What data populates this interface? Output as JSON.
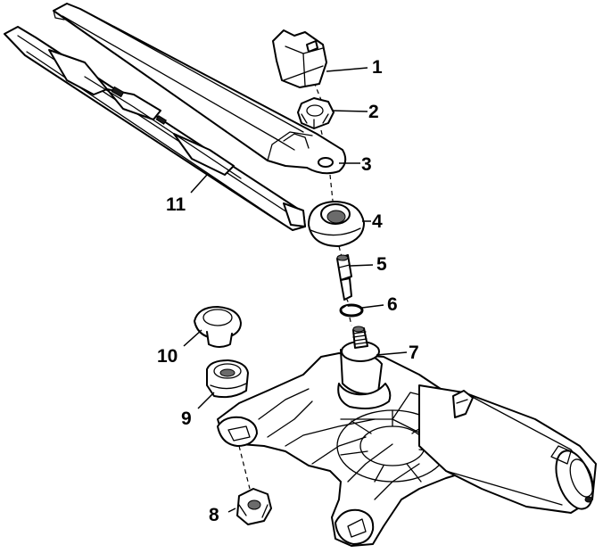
{
  "callouts": [
    {
      "id": "1",
      "label": "1",
      "part": "wiper-arm-nut-cap"
    },
    {
      "id": "2",
      "label": "2",
      "part": "nut"
    },
    {
      "id": "3",
      "label": "3",
      "part": "wiper-arm"
    },
    {
      "id": "4",
      "label": "4",
      "part": "seal-cap"
    },
    {
      "id": "5",
      "label": "5",
      "part": "spindle-insert"
    },
    {
      "id": "6",
      "label": "6",
      "part": "retaining-ring"
    },
    {
      "id": "7",
      "label": "7",
      "part": "wiper-motor-spindle"
    },
    {
      "id": "8",
      "label": "8",
      "part": "mounting-nut"
    },
    {
      "id": "9",
      "label": "9",
      "part": "rubber-bushing"
    },
    {
      "id": "10",
      "label": "10",
      "part": "rubber-grommet"
    },
    {
      "id": "11",
      "label": "11",
      "part": "wiper-blade"
    }
  ]
}
